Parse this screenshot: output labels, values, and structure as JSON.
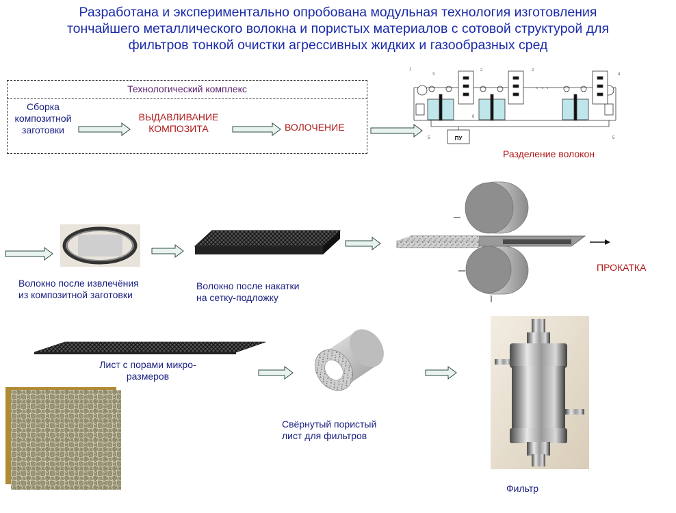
{
  "title": {
    "line1": "Разработана и экспериментально опробована модульная технология изготовления",
    "line2": "тончайшего металлического волокна и пористых материалов с сотовой структурой для",
    "line3": "фильтров тонкой очистки агрессивных жидких и газообразных сред"
  },
  "complex": {
    "label": "Технологический комплекс",
    "step1": [
      "Сборка",
      "композитной",
      "заготовки"
    ],
    "step2": [
      "ВЫДАВЛИВАНИЕ",
      "КОМПОЗИТА"
    ],
    "step3": "ВОЛОЧЕНИЕ"
  },
  "separation": {
    "caption": "Разделение волокон",
    "pu_label": "ПУ",
    "numbers": [
      "3",
      "2",
      "2",
      "4",
      "5",
      "6",
      "5",
      "1"
    ]
  },
  "row2": {
    "fiber_extracted": [
      "Волокно после извлечёния",
      "из композитной заготовки"
    ],
    "fiber_rolled": [
      "Волокно после накатки",
      "на сетку-подложку"
    ],
    "rolling": "ПРОКАТКА"
  },
  "row3": {
    "sheet": [
      "Лист с порами микро-",
      "размеров"
    ],
    "rolled_sheet": [
      "Свёрнутый пористый",
      "лист для фильтров"
    ],
    "filter": "Фильтр"
  },
  "colors": {
    "title": "#1a2aa8",
    "accent_red": "#b01a1a",
    "label_blue": "#1a2080",
    "arrow_fill": "#e8f2ee"
  }
}
